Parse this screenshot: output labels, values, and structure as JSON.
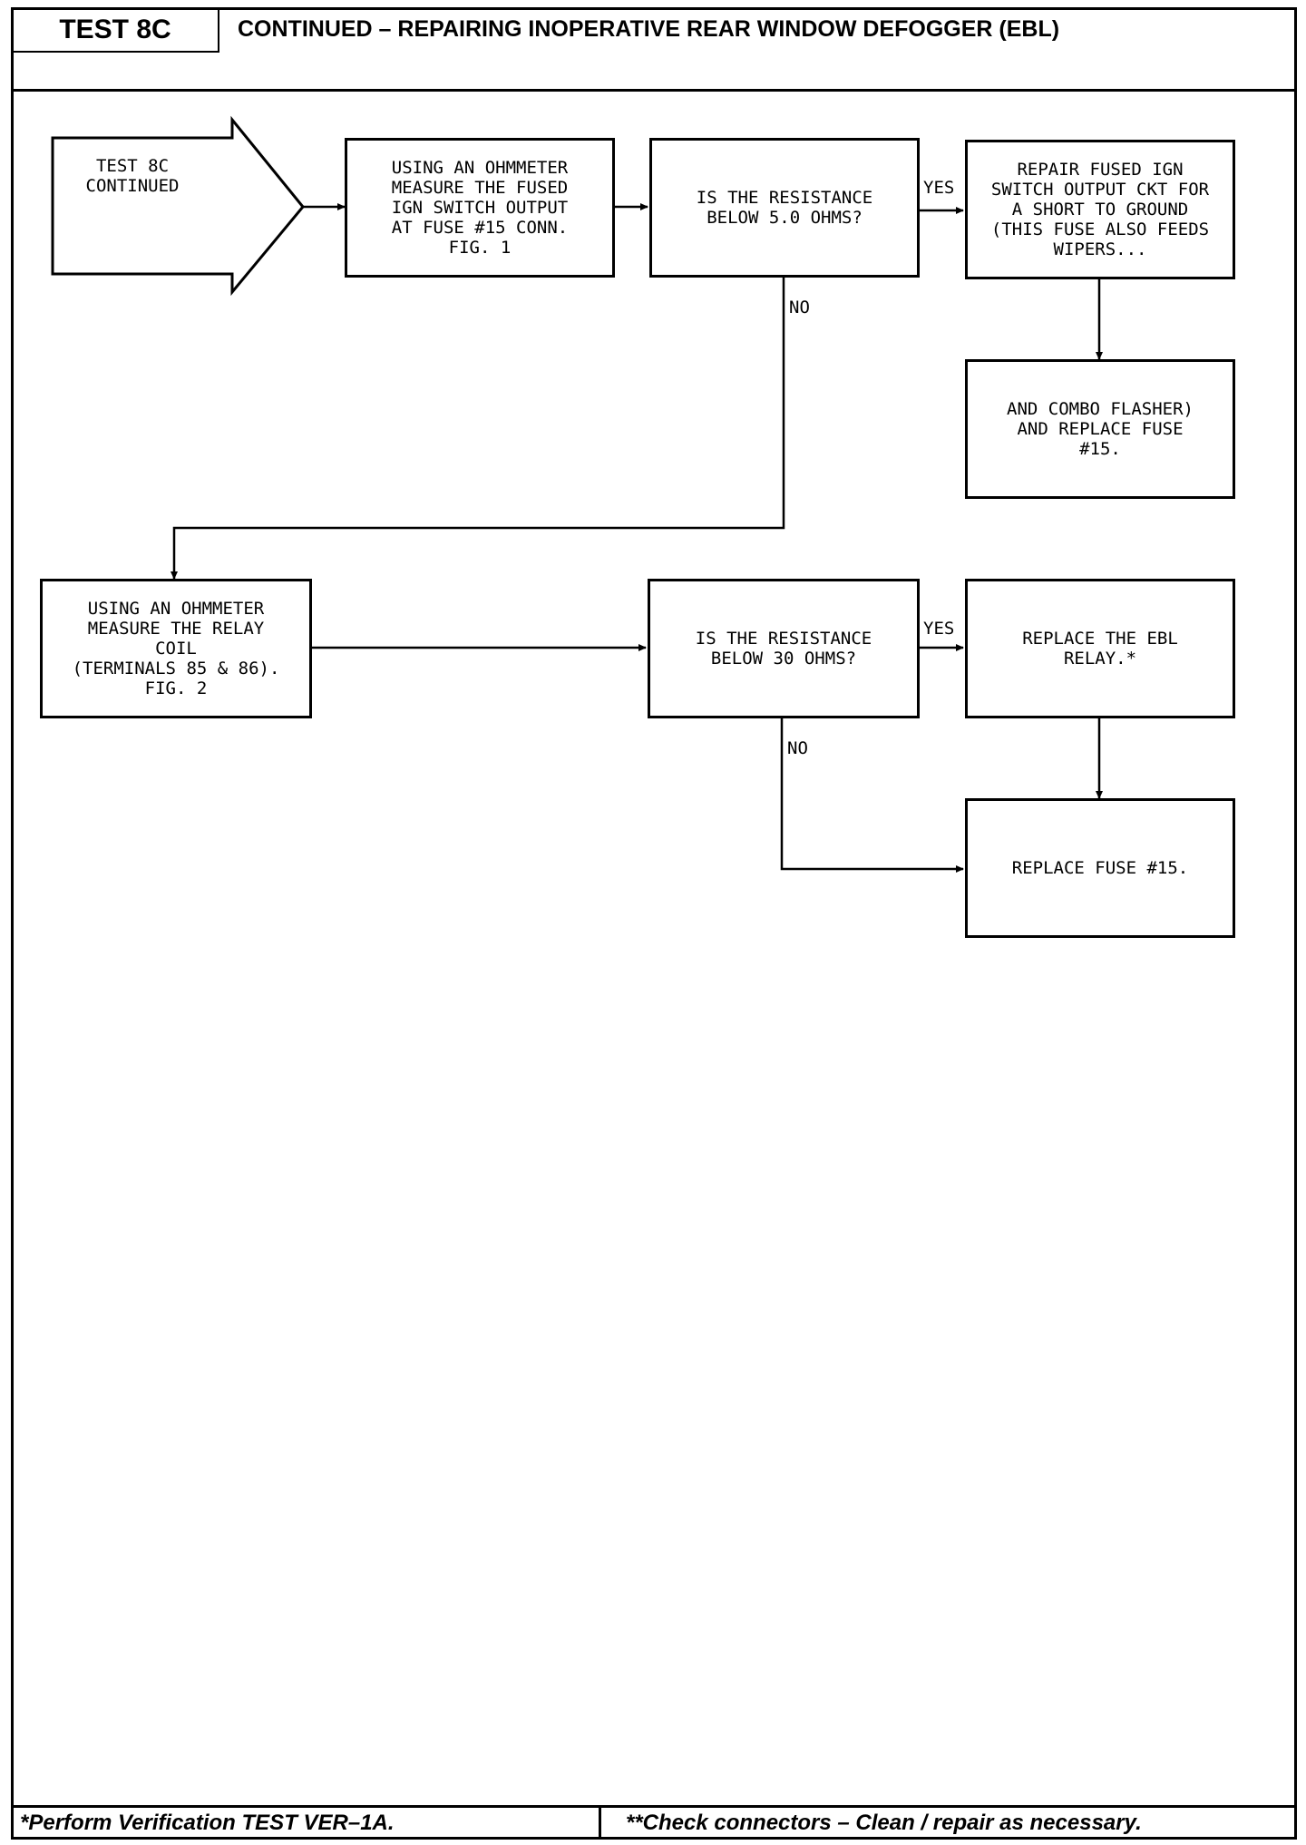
{
  "header": {
    "test_id": "TEST 8C",
    "title": "CONTINUED – REPAIRING INOPERATIVE REAR WINDOW DEFOGGER (EBL)"
  },
  "flow": {
    "start": "TEST 8C\nCONTINUED",
    "step1": "USING AN OHMMETER\nMEASURE THE FUSED\nIGN SWITCH OUTPUT\nAT FUSE #15 CONN.\nFIG. 1",
    "decision1": "IS THE RESISTANCE\nBELOW 5.0 OHMS?",
    "repair1": "REPAIR FUSED IGN\nSWITCH OUTPUT CKT FOR\nA SHORT TO GROUND\n(THIS FUSE ALSO FEEDS\nWIPERS...",
    "repair1_cont": "AND COMBO FLASHER)\nAND REPLACE FUSE\n#15.",
    "step2": "USING AN OHMMETER\nMEASURE THE RELAY\nCOIL\n(TERMINALS 85 & 86).\nFIG. 2",
    "decision2": "IS THE RESISTANCE\nBELOW 30 OHMS?",
    "replace_relay": "REPLACE THE EBL\nRELAY.*",
    "replace_fuse": "REPLACE FUSE #15."
  },
  "labels": {
    "yes1": "YES",
    "no1": "NO",
    "yes2": "YES",
    "no2": "NO"
  },
  "footer": {
    "left": "*Perform Verification TEST VER–1A.",
    "right": "**Check connectors – Clean / repair as necessary."
  }
}
